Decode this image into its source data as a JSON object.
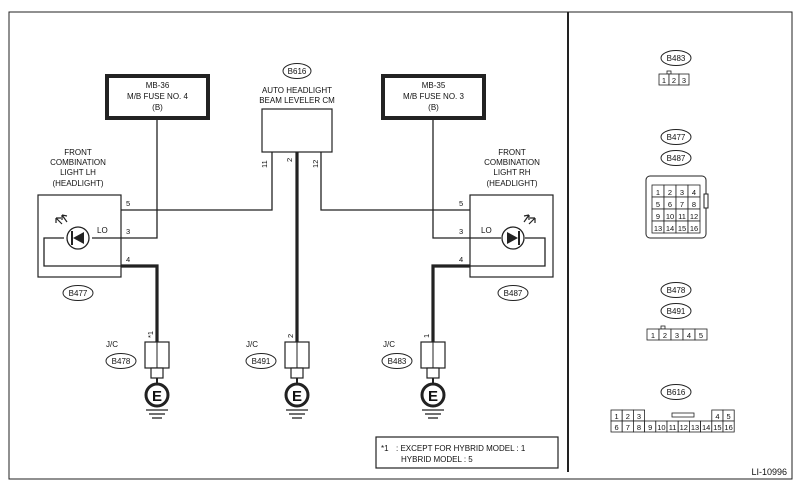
{
  "fuses": {
    "lh": {
      "line1": "MB-36",
      "line2": "M/B FUSE NO. 4",
      "line3": "(B)"
    },
    "rh": {
      "line1": "MB-35",
      "line2": "M/B FUSE NO. 3",
      "line3": "(B)"
    }
  },
  "cm": {
    "id": "B616",
    "line1": "AUTO HEADLIGHT",
    "line2": "BEAM LEVELER CM",
    "pin_a": "11",
    "pin_b": "2",
    "pin_c": "12"
  },
  "light_lh": {
    "line1": "FRONT",
    "line2": "COMBINATION",
    "line3": "LIGHT LH",
    "line4": "(HEADLIGHT)",
    "lo": "LO",
    "pin5": "5",
    "pin3": "3",
    "pin4": "4",
    "connector": "B477"
  },
  "light_rh": {
    "line1": "FRONT",
    "line2": "COMBINATION",
    "line3": "LIGHT RH",
    "line4": "(HEADLIGHT)",
    "lo": "LO",
    "pin5": "5",
    "pin3": "3",
    "pin4": "4",
    "connector": "B487"
  },
  "grounds": [
    {
      "jc": "J/C",
      "connector": "B478",
      "pin": "*1",
      "symbol": "E"
    },
    {
      "jc": "J/C",
      "connector": "B491",
      "pin": "2",
      "symbol": "E"
    },
    {
      "jc": "J/C",
      "connector": "B483",
      "pin": "1",
      "symbol": "E"
    }
  ],
  "note": {
    "star": "*1",
    "line1": ": EXCEPT FOR HYBRID MODEL : 1",
    "line2": "HYBRID MODEL : 5"
  },
  "connector_views": {
    "b483": {
      "label": "B483",
      "cells": [
        "1",
        "2",
        "3"
      ]
    },
    "b477_b487": {
      "label_a": "B477",
      "label_b": "B487",
      "cells": [
        "1",
        "2",
        "3",
        "4",
        "5",
        "6",
        "7",
        "8",
        "9",
        "10",
        "11",
        "12",
        "13",
        "14",
        "15",
        "16"
      ]
    },
    "b478_b491": {
      "label_a": "B478",
      "label_b": "B491",
      "cells": [
        "1",
        "2",
        "3",
        "4",
        "5"
      ]
    },
    "b616": {
      "label": "B616",
      "top_cells": [
        "1",
        "2",
        "3",
        "4",
        "5"
      ],
      "bottom_cells": [
        "6",
        "7",
        "8",
        "9",
        "10",
        "11",
        "12",
        "13",
        "14",
        "15",
        "16"
      ]
    }
  },
  "figure_id": "LI-10996"
}
